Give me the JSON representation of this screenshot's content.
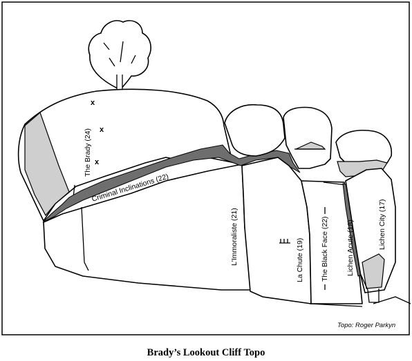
{
  "routes": {
    "the_brady": "The Brady (24)",
    "criminal_inclinations": "Criminal Inclinations (22)",
    "limmoraliste": "L'Immoraliste (21)",
    "la_chute": "La Chute (19)",
    "the_black_face": "The Black Face (22)",
    "lichen_acute": "Lichen Acute  (18)",
    "lichen_city": "Lichen City (17)"
  },
  "bolt_marker": "x",
  "credit": "Topo: Roger Parkyn",
  "caption": "Brady’s Lookout Cliff Topo"
}
